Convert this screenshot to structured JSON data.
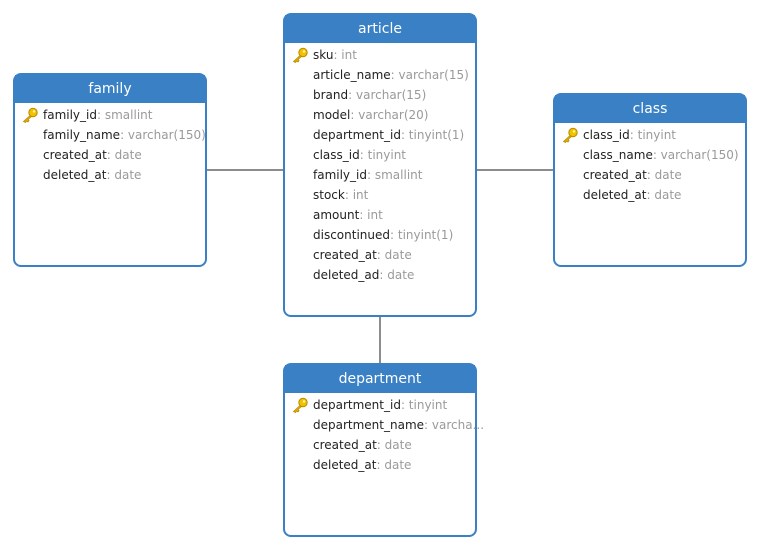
{
  "colors": {
    "header": "#3a80c4",
    "border": "#3a80c4",
    "key": "#e8b000",
    "field_type": "#9a9a9a",
    "connector": "#1a1a1a"
  },
  "entities": {
    "family": {
      "title": "family",
      "fields": [
        {
          "name": "family_id",
          "type": ": smallint",
          "key": true
        },
        {
          "name": "family_name",
          "type": ": varchar(150)"
        },
        {
          "name": "created_at",
          "type": ": date"
        },
        {
          "name": "deleted_at",
          "type": ": date"
        }
      ]
    },
    "article": {
      "title": "article",
      "fields": [
        {
          "name": "sku",
          "type": ": int",
          "key": true
        },
        {
          "name": "article_name",
          "type": ": varchar(15)"
        },
        {
          "name": "brand",
          "type": ": varchar(15)"
        },
        {
          "name": "model",
          "type": ": varchar(20)"
        },
        {
          "name": "department_id",
          "type": ": tinyint(1)"
        },
        {
          "name": "class_id",
          "type": ": tinyint"
        },
        {
          "name": "family_id",
          "type": ": smallint"
        },
        {
          "name": "stock",
          "type": ": int"
        },
        {
          "name": "amount",
          "type": ": int"
        },
        {
          "name": "discontinued",
          "type": ": tinyint(1)"
        },
        {
          "name": "created_at",
          "type": ": date"
        },
        {
          "name": "deleted_ad",
          "type": ": date"
        }
      ]
    },
    "class": {
      "title": "class",
      "fields": [
        {
          "name": "class_id",
          "type": ": tinyint",
          "key": true
        },
        {
          "name": "class_name",
          "type": ": varchar(150)"
        },
        {
          "name": "created_at",
          "type": ": date"
        },
        {
          "name": "deleted_at",
          "type": ": date"
        }
      ]
    },
    "department": {
      "title": "department",
      "fields": [
        {
          "name": "department_id",
          "type": ": tinyint",
          "key": true
        },
        {
          "name": "department_name",
          "type": ": varcha..."
        },
        {
          "name": "created_at",
          "type": ": date"
        },
        {
          "name": "deleted_at",
          "type": ": date"
        }
      ]
    }
  },
  "relations": [
    {
      "from": "family",
      "to": "article"
    },
    {
      "from": "article",
      "to": "class"
    },
    {
      "from": "article",
      "to": "department"
    }
  ]
}
